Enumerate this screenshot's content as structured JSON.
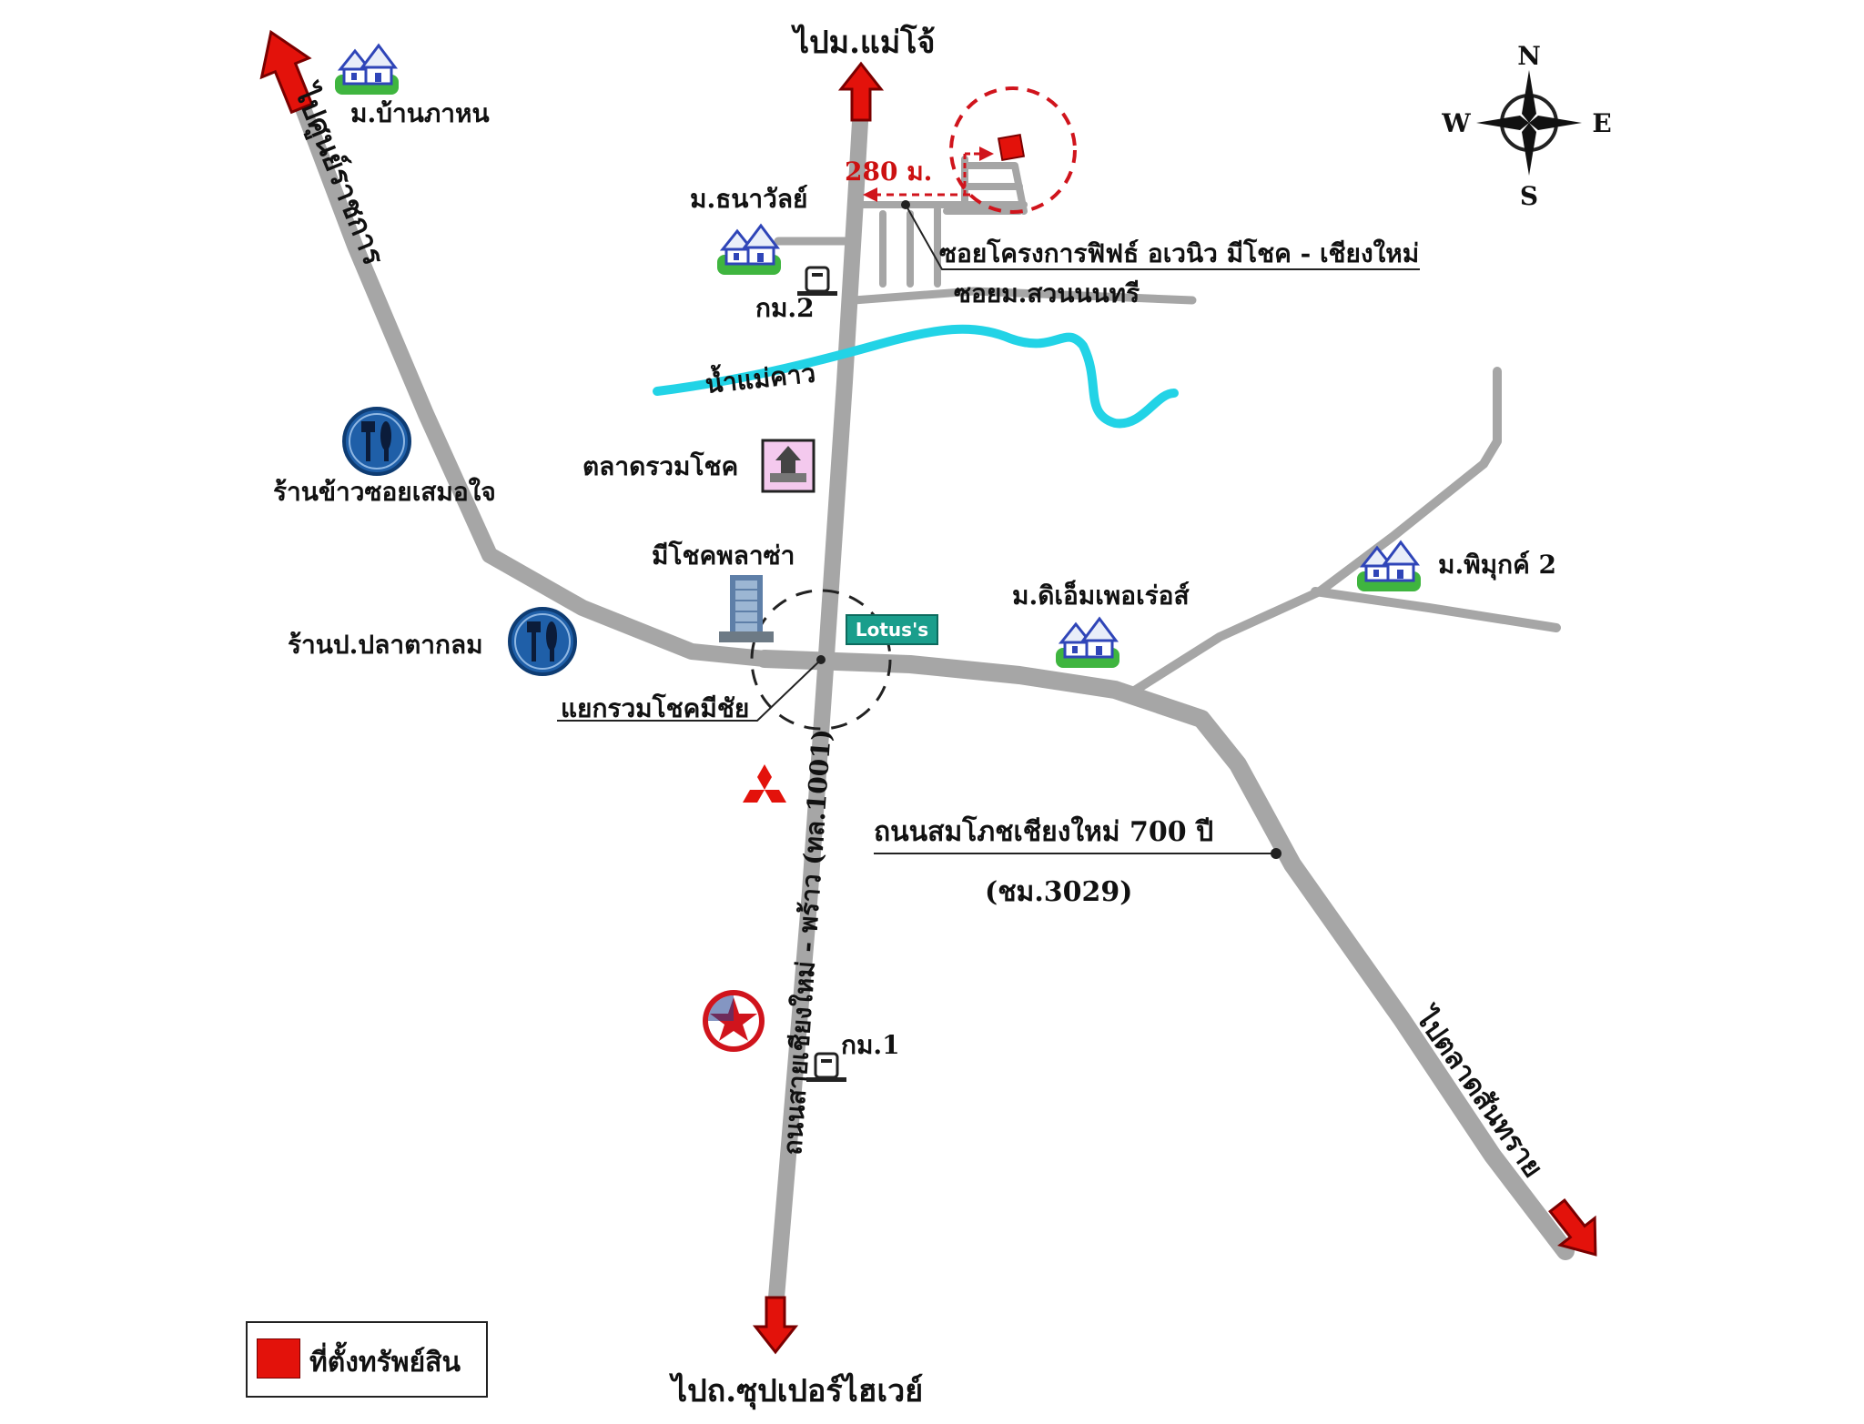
{
  "labels": {
    "to_mae_jo": "ไปม.แม่โจ้",
    "to_sunyaratchakan": "ไปศูนย์ราชการ",
    "ban_phanon": "ม.บ้านภาหน",
    "thanawan": "ม.ธนาวัลย์",
    "km2": "กม.2",
    "soi_project": "ซอยโครงการฟิฟธ์ อเวนิว มีโชค - เชียงใหม่",
    "soi_suan": "ซอยม.สวนนนทรี",
    "mae_kao_river": "น้ำแม่คาว",
    "talad_ruamchok": "ตลาดรวมโชค",
    "khao_soi_restaurant": "ร้านข้าวซอยเสมอใจ",
    "meechok_plaza": "มีโชคพลาซ่า",
    "pla_restaurant": "ร้านป.ปลาตากลม",
    "lotus_sign": "Lotus's",
    "dm_village": "ม.ดิเอ็มเพอเร่อส์",
    "phimuk_village": "ม.พิมุกค์ 2",
    "junction": "แยกรวมโชคมีชัย",
    "main_road": "ถนนสายเชียงใหม่ - พร้าว (ทล.1001)",
    "ring_road_name": "ถนนสมโภชเชียงใหม่ 700 ปี",
    "ring_road_code": "(ชม.3029)",
    "km1": "กม.1",
    "to_talad_sansai": "ไปตลาดสันทราย",
    "to_superhighway": "ไปถ.ซุปเปอร์ไฮเวย์",
    "distance": "280 ม."
  },
  "compass": {
    "n": "N",
    "s": "S",
    "e": "E",
    "w": "W"
  },
  "legend": {
    "label": "ที่ตั้งทรัพย์สิน"
  },
  "colors": {
    "road": "#a6a6a6",
    "river": "#22d3e6",
    "arrow": "#e3120b",
    "target": "#e3120b",
    "house_roof": "#3a50c8",
    "grass": "#3fb53f",
    "restaurant_icon": "#1f5fa8"
  },
  "icons": [
    "house-icon",
    "restaurant-icon",
    "market-icon",
    "building-icon",
    "km-post-icon",
    "mitsubishi-logo",
    "gas-station-logo",
    "compass-icon"
  ]
}
